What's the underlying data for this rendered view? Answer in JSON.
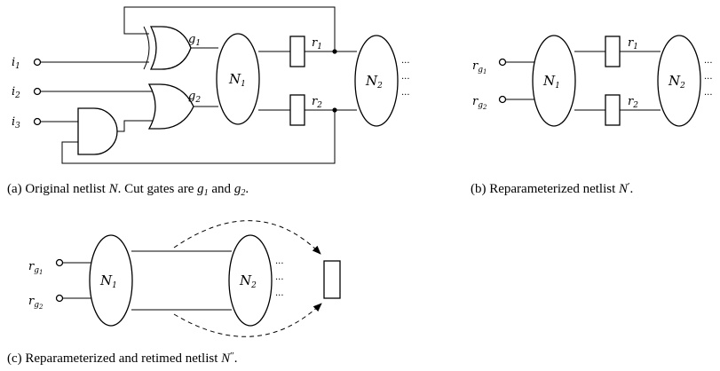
{
  "panel_a": {
    "inputs": [
      {
        "base": "i",
        "sub": "1"
      },
      {
        "base": "i",
        "sub": "2"
      },
      {
        "base": "i",
        "sub": "3"
      }
    ],
    "gates": [
      {
        "base": "g",
        "sub": "1"
      },
      {
        "base": "g",
        "sub": "2"
      }
    ],
    "n1": {
      "base": "N",
      "sub": "1"
    },
    "n2": {
      "base": "N",
      "sub": "2"
    },
    "registers": [
      {
        "base": "r",
        "sub": "1"
      },
      {
        "base": "r",
        "sub": "2"
      }
    ],
    "caption": {
      "prefix": "(a) Original netlist ",
      "netlist": "N",
      "middle": ". Cut gates are ",
      "g1": {
        "base": "g",
        "sub": "1"
      },
      "and": " and ",
      "g2": {
        "base": "g",
        "sub": "2"
      },
      "end": "."
    }
  },
  "panel_b": {
    "inputs": [
      {
        "base": "r",
        "sub": "g",
        "subsub": "1"
      },
      {
        "base": "r",
        "sub": "g",
        "subsub": "2"
      }
    ],
    "n1": {
      "base": "N",
      "sub": "1"
    },
    "n2": {
      "base": "N",
      "sub": "2"
    },
    "registers": [
      {
        "base": "r",
        "sub": "1"
      },
      {
        "base": "r",
        "sub": "2"
      }
    ],
    "caption": {
      "prefix": "(b) Reparameterized netlist ",
      "netlist": "N",
      "prime": "′",
      "end": "."
    }
  },
  "panel_c": {
    "inputs": [
      {
        "base": "r",
        "sub": "g",
        "subsub": "1"
      },
      {
        "base": "r",
        "sub": "g",
        "subsub": "2"
      }
    ],
    "n1": {
      "base": "N",
      "sub": "1"
    },
    "n2": {
      "base": "N",
      "sub": "2"
    },
    "caption": {
      "prefix": "(c) Reparameterized and retimed netlist ",
      "netlist": "N",
      "prime": "″",
      "end": "."
    }
  },
  "ellipsis": "···"
}
